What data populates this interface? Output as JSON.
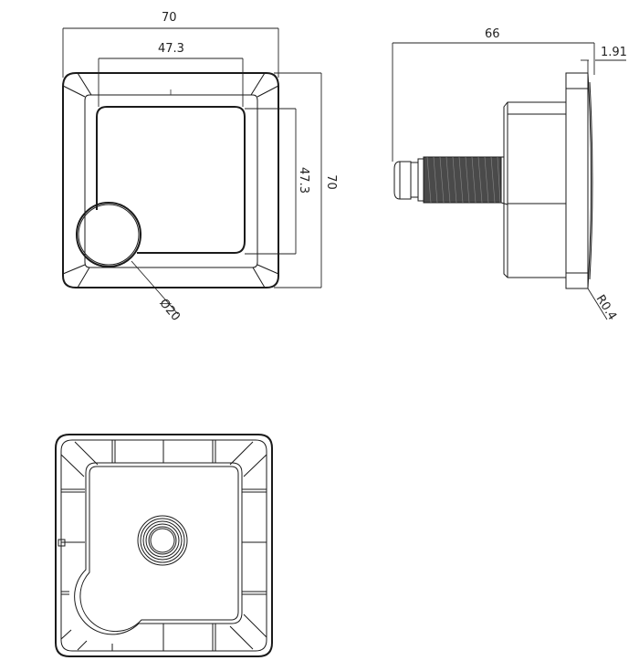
{
  "drawing": {
    "views": [
      {
        "name": "front-view"
      },
      {
        "name": "side-view"
      },
      {
        "name": "rear-view"
      }
    ],
    "front_view": {
      "dim_overall_width": "70",
      "dim_inner_width": "47.3",
      "dim_inner_height": "47.3",
      "dim_overall_height": "70",
      "dim_knob_diameter": "Ø20"
    },
    "side_view": {
      "dim_total_depth": "66",
      "dim_flange_thickness": "1.91",
      "dim_edge_radius": "R0.4"
    },
    "colors": {
      "line": "#1a1a1a",
      "thread_fill": "#4a4a4a",
      "background": "#ffffff"
    }
  }
}
